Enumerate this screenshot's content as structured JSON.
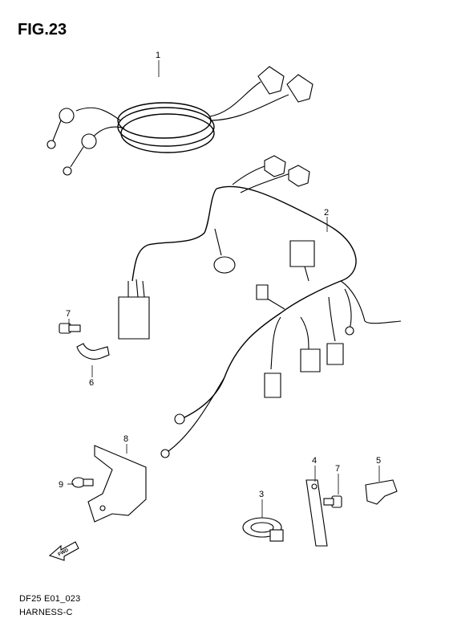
{
  "figure": {
    "title": "FIG.23"
  },
  "footer": {
    "model_code": "DF25 E01_023",
    "section": "HARNESS-C"
  },
  "fwd_label": "FWD",
  "callouts": [
    {
      "id": "1",
      "label": "1"
    },
    {
      "id": "2",
      "label": "2"
    },
    {
      "id": "3",
      "label": "3"
    },
    {
      "id": "4",
      "label": "4"
    },
    {
      "id": "5",
      "label": "5"
    },
    {
      "id": "6",
      "label": "6"
    },
    {
      "id": "7a",
      "label": "7"
    },
    {
      "id": "7b",
      "label": "7"
    },
    {
      "id": "8",
      "label": "8"
    },
    {
      "id": "9",
      "label": "9"
    }
  ]
}
